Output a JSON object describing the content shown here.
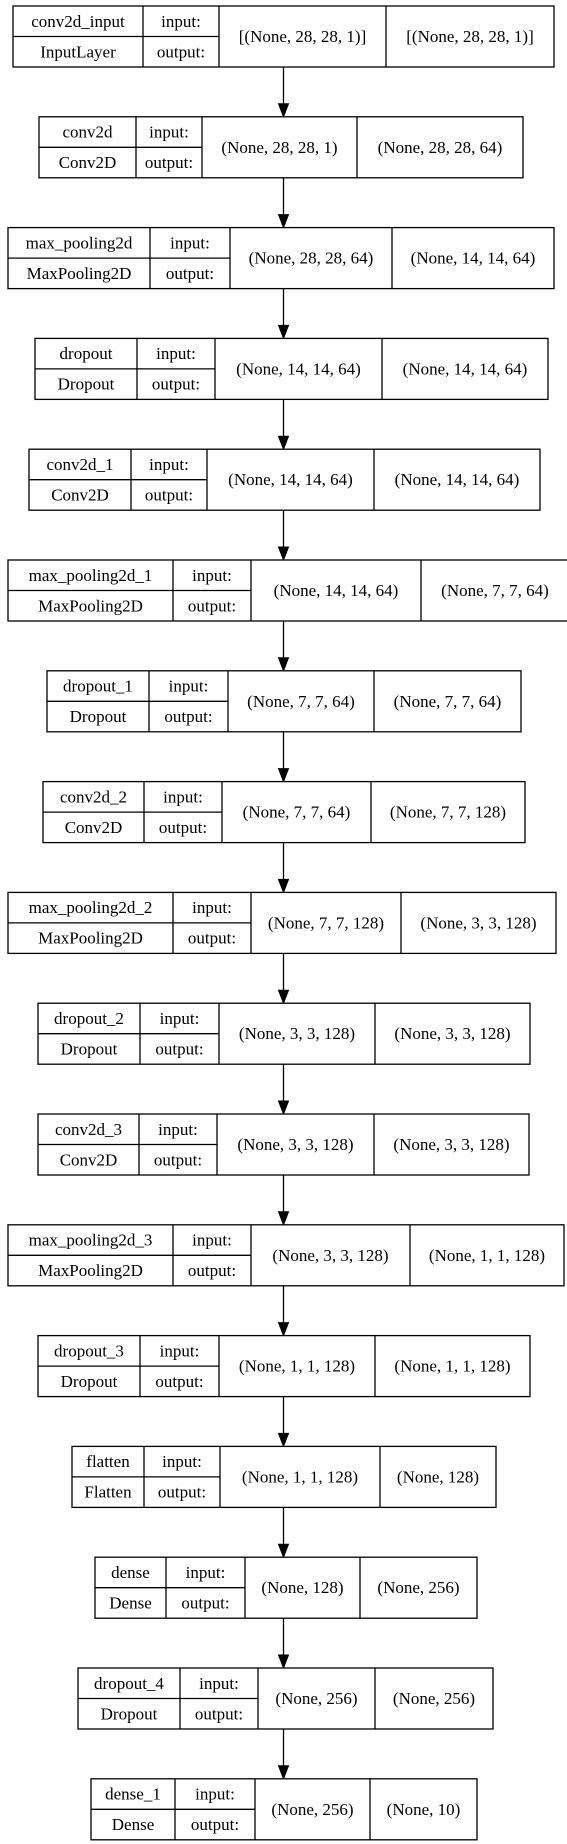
{
  "layers": [
    {
      "name": "conv2d_input",
      "type": "InputLayer",
      "input_label": "input:",
      "output_label": "output:",
      "input_shape": "[(None, 28, 28, 1)]",
      "output_shape": "[(None, 28, 28, 1)]"
    },
    {
      "name": "conv2d",
      "type": "Conv2D",
      "input_label": "input:",
      "output_label": "output:",
      "input_shape": "(None, 28, 28, 1)",
      "output_shape": "(None, 28, 28, 64)"
    },
    {
      "name": "max_pooling2d",
      "type": "MaxPooling2D",
      "input_label": "input:",
      "output_label": "output:",
      "input_shape": "(None, 28, 28, 64)",
      "output_shape": "(None, 14, 14, 64)"
    },
    {
      "name": "dropout",
      "type": "Dropout",
      "input_label": "input:",
      "output_label": "output:",
      "input_shape": "(None, 14, 14, 64)",
      "output_shape": "(None, 14, 14, 64)"
    },
    {
      "name": "conv2d_1",
      "type": "Conv2D",
      "input_label": "input:",
      "output_label": "output:",
      "input_shape": "(None, 14, 14, 64)",
      "output_shape": "(None, 14, 14, 64)"
    },
    {
      "name": "max_pooling2d_1",
      "type": "MaxPooling2D",
      "input_label": "input:",
      "output_label": "output:",
      "input_shape": "(None, 14, 14, 64)",
      "output_shape": "(None, 7, 7, 64)"
    },
    {
      "name": "dropout_1",
      "type": "Dropout",
      "input_label": "input:",
      "output_label": "output:",
      "input_shape": "(None, 7, 7, 64)",
      "output_shape": "(None, 7, 7, 64)"
    },
    {
      "name": "conv2d_2",
      "type": "Conv2D",
      "input_label": "input:",
      "output_label": "output:",
      "input_shape": "(None, 7, 7, 64)",
      "output_shape": "(None, 7, 7, 128)"
    },
    {
      "name": "max_pooling2d_2",
      "type": "MaxPooling2D",
      "input_label": "input:",
      "output_label": "output:",
      "input_shape": "(None, 7, 7, 128)",
      "output_shape": "(None, 3, 3, 128)"
    },
    {
      "name": "dropout_2",
      "type": "Dropout",
      "input_label": "input:",
      "output_label": "output:",
      "input_shape": "(None, 3, 3, 128)",
      "output_shape": "(None, 3, 3, 128)"
    },
    {
      "name": "conv2d_3",
      "type": "Conv2D",
      "input_label": "input:",
      "output_label": "output:",
      "input_shape": "(None, 3, 3, 128)",
      "output_shape": "(None, 3, 3, 128)"
    },
    {
      "name": "max_pooling2d_3",
      "type": "MaxPooling2D",
      "input_label": "input:",
      "output_label": "output:",
      "input_shape": "(None, 3, 3, 128)",
      "output_shape": "(None, 1, 1, 128)"
    },
    {
      "name": "dropout_3",
      "type": "Dropout",
      "input_label": "input:",
      "output_label": "output:",
      "input_shape": "(None, 1, 1, 128)",
      "output_shape": "(None, 1, 1, 128)"
    },
    {
      "name": "flatten",
      "type": "Flatten",
      "input_label": "input:",
      "output_label": "output:",
      "input_shape": "(None, 1, 1, 128)",
      "output_shape": "(None, 128)"
    },
    {
      "name": "dense",
      "type": "Dense",
      "input_label": "input:",
      "output_label": "output:",
      "input_shape": "(None, 128)",
      "output_shape": "(None, 256)"
    },
    {
      "name": "dropout_4",
      "type": "Dropout",
      "input_label": "input:",
      "output_label": "output:",
      "input_shape": "(None, 256)",
      "output_shape": "(None, 256)"
    },
    {
      "name": "dense_1",
      "type": "Dense",
      "input_label": "input:",
      "output_label": "output:",
      "input_shape": "(None, 256)",
      "output_shape": "(None, 10)"
    }
  ],
  "colors": {
    "stroke": "#000000",
    "background": "#ffffff",
    "text": "#000000"
  }
}
